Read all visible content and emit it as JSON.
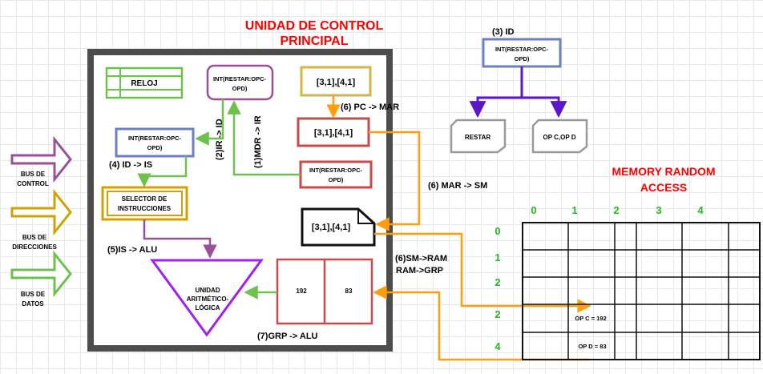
{
  "title": {
    "line1": "UNIDAD DE CONTROL",
    "line2": "PRINCIPAL"
  },
  "buses": {
    "control": [
      "BUS DE",
      "CONTROL"
    ],
    "direcciones": [
      "BUS DE",
      "DIRECCIONES"
    ],
    "datos": [
      "BUS DE",
      "DATOS"
    ]
  },
  "blocks": {
    "reloj": "RELOJ",
    "ir": [
      "INT(RESTAR:OPC-",
      "OPD)"
    ],
    "pc": "[3,1],[4,1]",
    "mar": "[3,1],[4,1]",
    "id": [
      "INT(RESTAR:OPC-",
      "OPD)"
    ],
    "mdr": [
      "INT(RESTAR:OPC-",
      "OPD)"
    ],
    "selector": [
      "SELECTOR DE",
      "INSTRUCCIONES"
    ],
    "doc": "[3,1],[4,1]",
    "alu": [
      "UNIDAD",
      "ARITMÉTICO-",
      "LÓGICA"
    ],
    "grp_left": "192",
    "grp_right": "83"
  },
  "steps": {
    "s1": "(1)MDR -> IR",
    "s2": "(2)IR -> ID",
    "s3": "(3) ID",
    "s4": "(4) ID -> IS",
    "s5": "(5)IS -> ALU",
    "s6_pc": "(6) PC -> MAR",
    "s6_mar": "(6) MAR -> SM",
    "s6_sm": [
      "(6)SM->RAM",
      "RAM->GRP"
    ],
    "s7": "(7)GRP -> ALU"
  },
  "decoder": {
    "top": [
      "INT(RESTAR:OPC-",
      "OPD)"
    ],
    "left": "RESTAR",
    "right": "OP C,OP D"
  },
  "memory": {
    "title": [
      "MEMORY RANDOM",
      "ACCESS"
    ],
    "columns": [
      "0",
      "1",
      "2",
      "3",
      "4"
    ],
    "rows": [
      "0",
      "1",
      "2",
      "2",
      "4"
    ],
    "cells": [
      {
        "row": 3,
        "col": 1,
        "text": "OP C = 192"
      },
      {
        "row": 4,
        "col": 1,
        "text": "OP D = 83"
      }
    ]
  }
}
